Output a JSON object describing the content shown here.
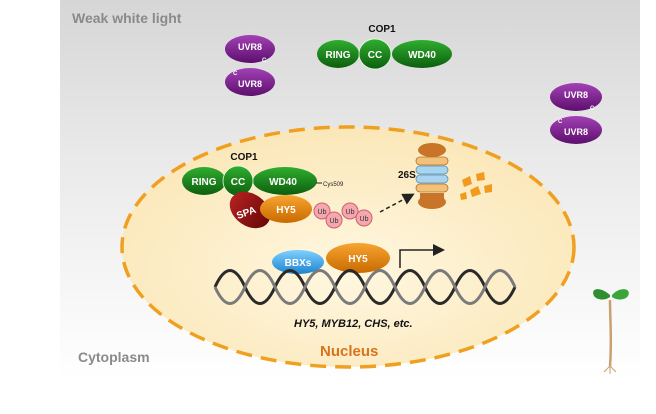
{
  "title": "Weak white light",
  "cytoplasm_label": "Cytoplasm",
  "nucleus_label": "Nucleus",
  "cop1_top": {
    "label": "COP1",
    "domains": [
      "RING",
      "CC",
      "WD40"
    ]
  },
  "cop1_nuc": {
    "label": "COP1",
    "domains": [
      "RING",
      "CC",
      "WD40"
    ],
    "site": "Cys509"
  },
  "uvr8_labels": [
    "UVR8",
    "UVR8",
    "UVR8",
    "UVR8"
  ],
  "uvr8_tag": "C",
  "spa_label": "SPA",
  "hy5_label": "HY5",
  "ub_labels": [
    "Ub",
    "Ub",
    "Ub",
    "Ub"
  ],
  "proteasome_label": "26S",
  "bbx_label": "BBXs",
  "hy5_dna_label": "HY5",
  "target_genes": "HY5, MYB12, CHS, etc.",
  "colors": {
    "green": "#1e8a1e",
    "purple": "#7b1a8e",
    "orange": "#e8860f",
    "darkred": "#8b1010",
    "blue": "#3ea6e8",
    "pink": "#f2a0a8",
    "nucleus_border": "#f0a020"
  }
}
